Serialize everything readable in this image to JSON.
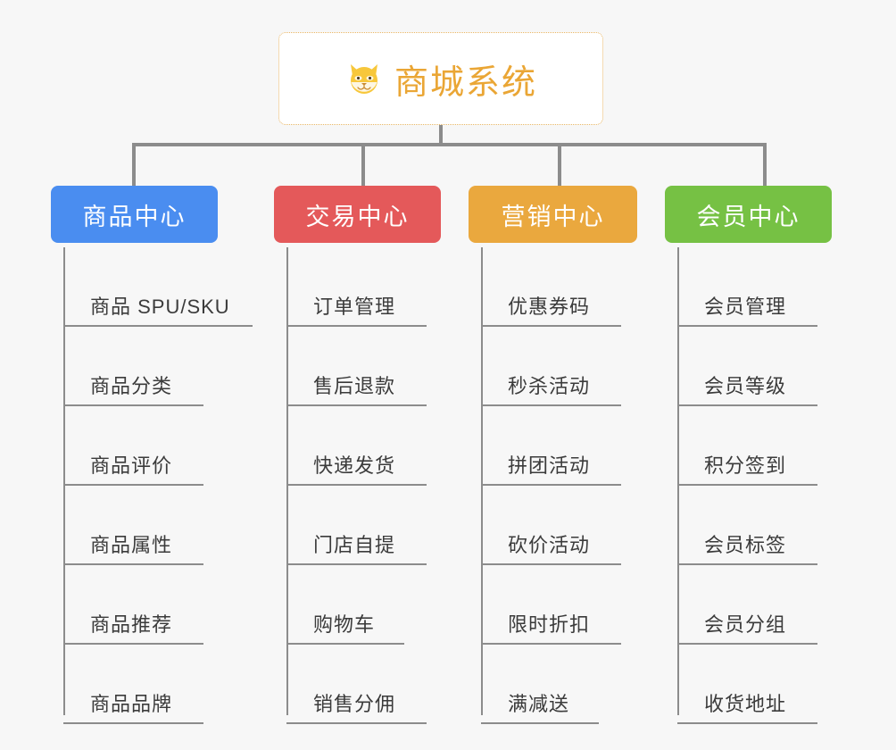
{
  "root": {
    "icon": "shiba-dog-face-icon",
    "title": "商城系统",
    "accent_color": "#eaa635",
    "border_color": "#e8b563",
    "background": "#ffffff"
  },
  "canvas": {
    "background": "#f7f7f7",
    "connector_color": "#8c8c8c"
  },
  "columns": [
    {
      "title": "商品中心",
      "color": "#4a8df0",
      "items": [
        {
          "label": "商品 SPU/SKU",
          "width": "wide"
        },
        {
          "label": "商品分类",
          "width": "default"
        },
        {
          "label": "商品评价",
          "width": "default"
        },
        {
          "label": "商品属性",
          "width": "default"
        },
        {
          "label": "商品推荐",
          "width": "default"
        },
        {
          "label": "商品品牌",
          "width": "default"
        }
      ]
    },
    {
      "title": "交易中心",
      "color": "#e4595a",
      "items": [
        {
          "label": "订单管理",
          "width": "default"
        },
        {
          "label": "售后退款",
          "width": "default"
        },
        {
          "label": "快递发货",
          "width": "default"
        },
        {
          "label": "门店自提",
          "width": "default"
        },
        {
          "label": "购物车",
          "width": "narrow"
        },
        {
          "label": "销售分佣",
          "width": "default"
        }
      ]
    },
    {
      "title": "营销中心",
      "color": "#eaa83e",
      "items": [
        {
          "label": "优惠券码",
          "width": "default"
        },
        {
          "label": "秒杀活动",
          "width": "default"
        },
        {
          "label": "拼团活动",
          "width": "default"
        },
        {
          "label": "砍价活动",
          "width": "default"
        },
        {
          "label": "限时折扣",
          "width": "default"
        },
        {
          "label": "满减送",
          "width": "narrow"
        }
      ]
    },
    {
      "title": "会员中心",
      "color": "#76c144",
      "items": [
        {
          "label": "会员管理",
          "width": "default"
        },
        {
          "label": "会员等级",
          "width": "default"
        },
        {
          "label": "积分签到",
          "width": "default"
        },
        {
          "label": "会员标签",
          "width": "default"
        },
        {
          "label": "会员分组",
          "width": "default"
        },
        {
          "label": "收货地址",
          "width": "default"
        }
      ]
    }
  ]
}
